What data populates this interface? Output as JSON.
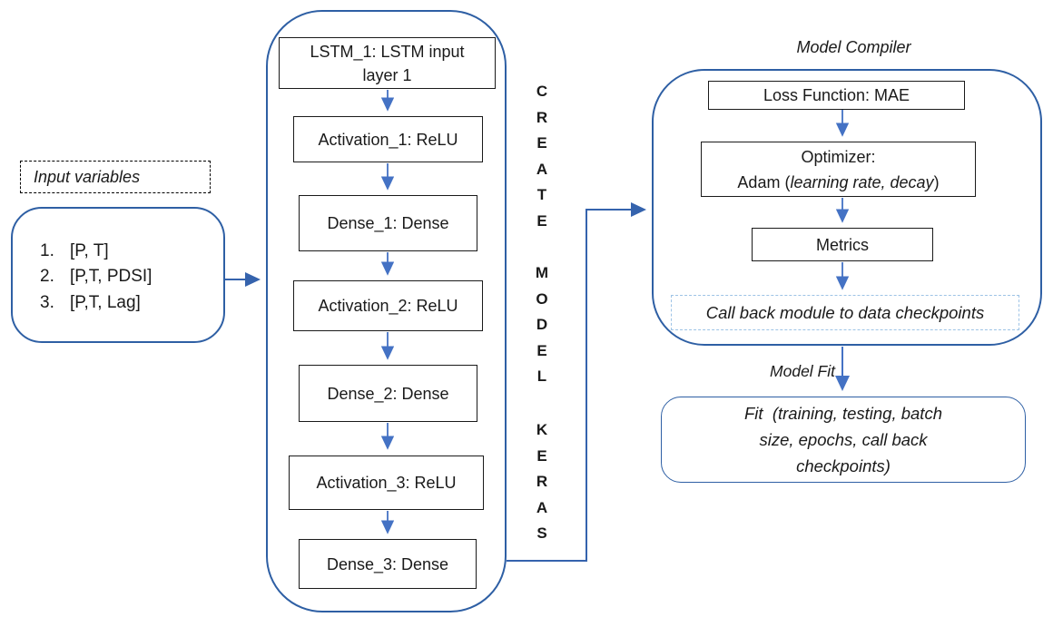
{
  "colors": {
    "container_border": "#2e5fa4",
    "connector": "#3563ad",
    "arrow": "#4472c4",
    "node_border": "#1a1a1a",
    "callback_dash": "#9dc3e6",
    "text": "#1a1a1a"
  },
  "input": {
    "label": "Input variables",
    "items": [
      {
        "num": "1.",
        "text": "[P, T]"
      },
      {
        "num": "2.",
        "text": "[P,T, PDSI]"
      },
      {
        "num": "3.",
        "text": "[P,T, Lag]"
      }
    ]
  },
  "keras": {
    "vertical_words": [
      "CREATE",
      "MODEL",
      "KERAS"
    ],
    "layers": [
      {
        "line1": "LSTM_1: LSTM input",
        "line2": "layer 1"
      },
      {
        "line1": "Activation_1: ReLU"
      },
      {
        "line1": "Dense_1: Dense"
      },
      {
        "line1": "Activation_2: ReLU"
      },
      {
        "line1": "Dense_2: Dense"
      },
      {
        "line1": "Activation_3: ReLU"
      },
      {
        "line1": "Dense_3: Dense"
      }
    ]
  },
  "compiler": {
    "title": "Model Compiler",
    "loss_label": "Loss Function: MAE",
    "optimizer_line1": "Optimizer:",
    "optimizer_line2_prefix": "Adam (",
    "optimizer_line2_italic": "learning rate, decay",
    "optimizer_line2_suffix": ")",
    "metrics_label": "Metrics",
    "callback_label": "Call back module to data checkpoints"
  },
  "fit": {
    "arrow_label": "Model Fit",
    "lines": [
      "Fit  (training, testing, batch",
      "size, epochs, call back",
      "checkpoints)"
    ]
  }
}
